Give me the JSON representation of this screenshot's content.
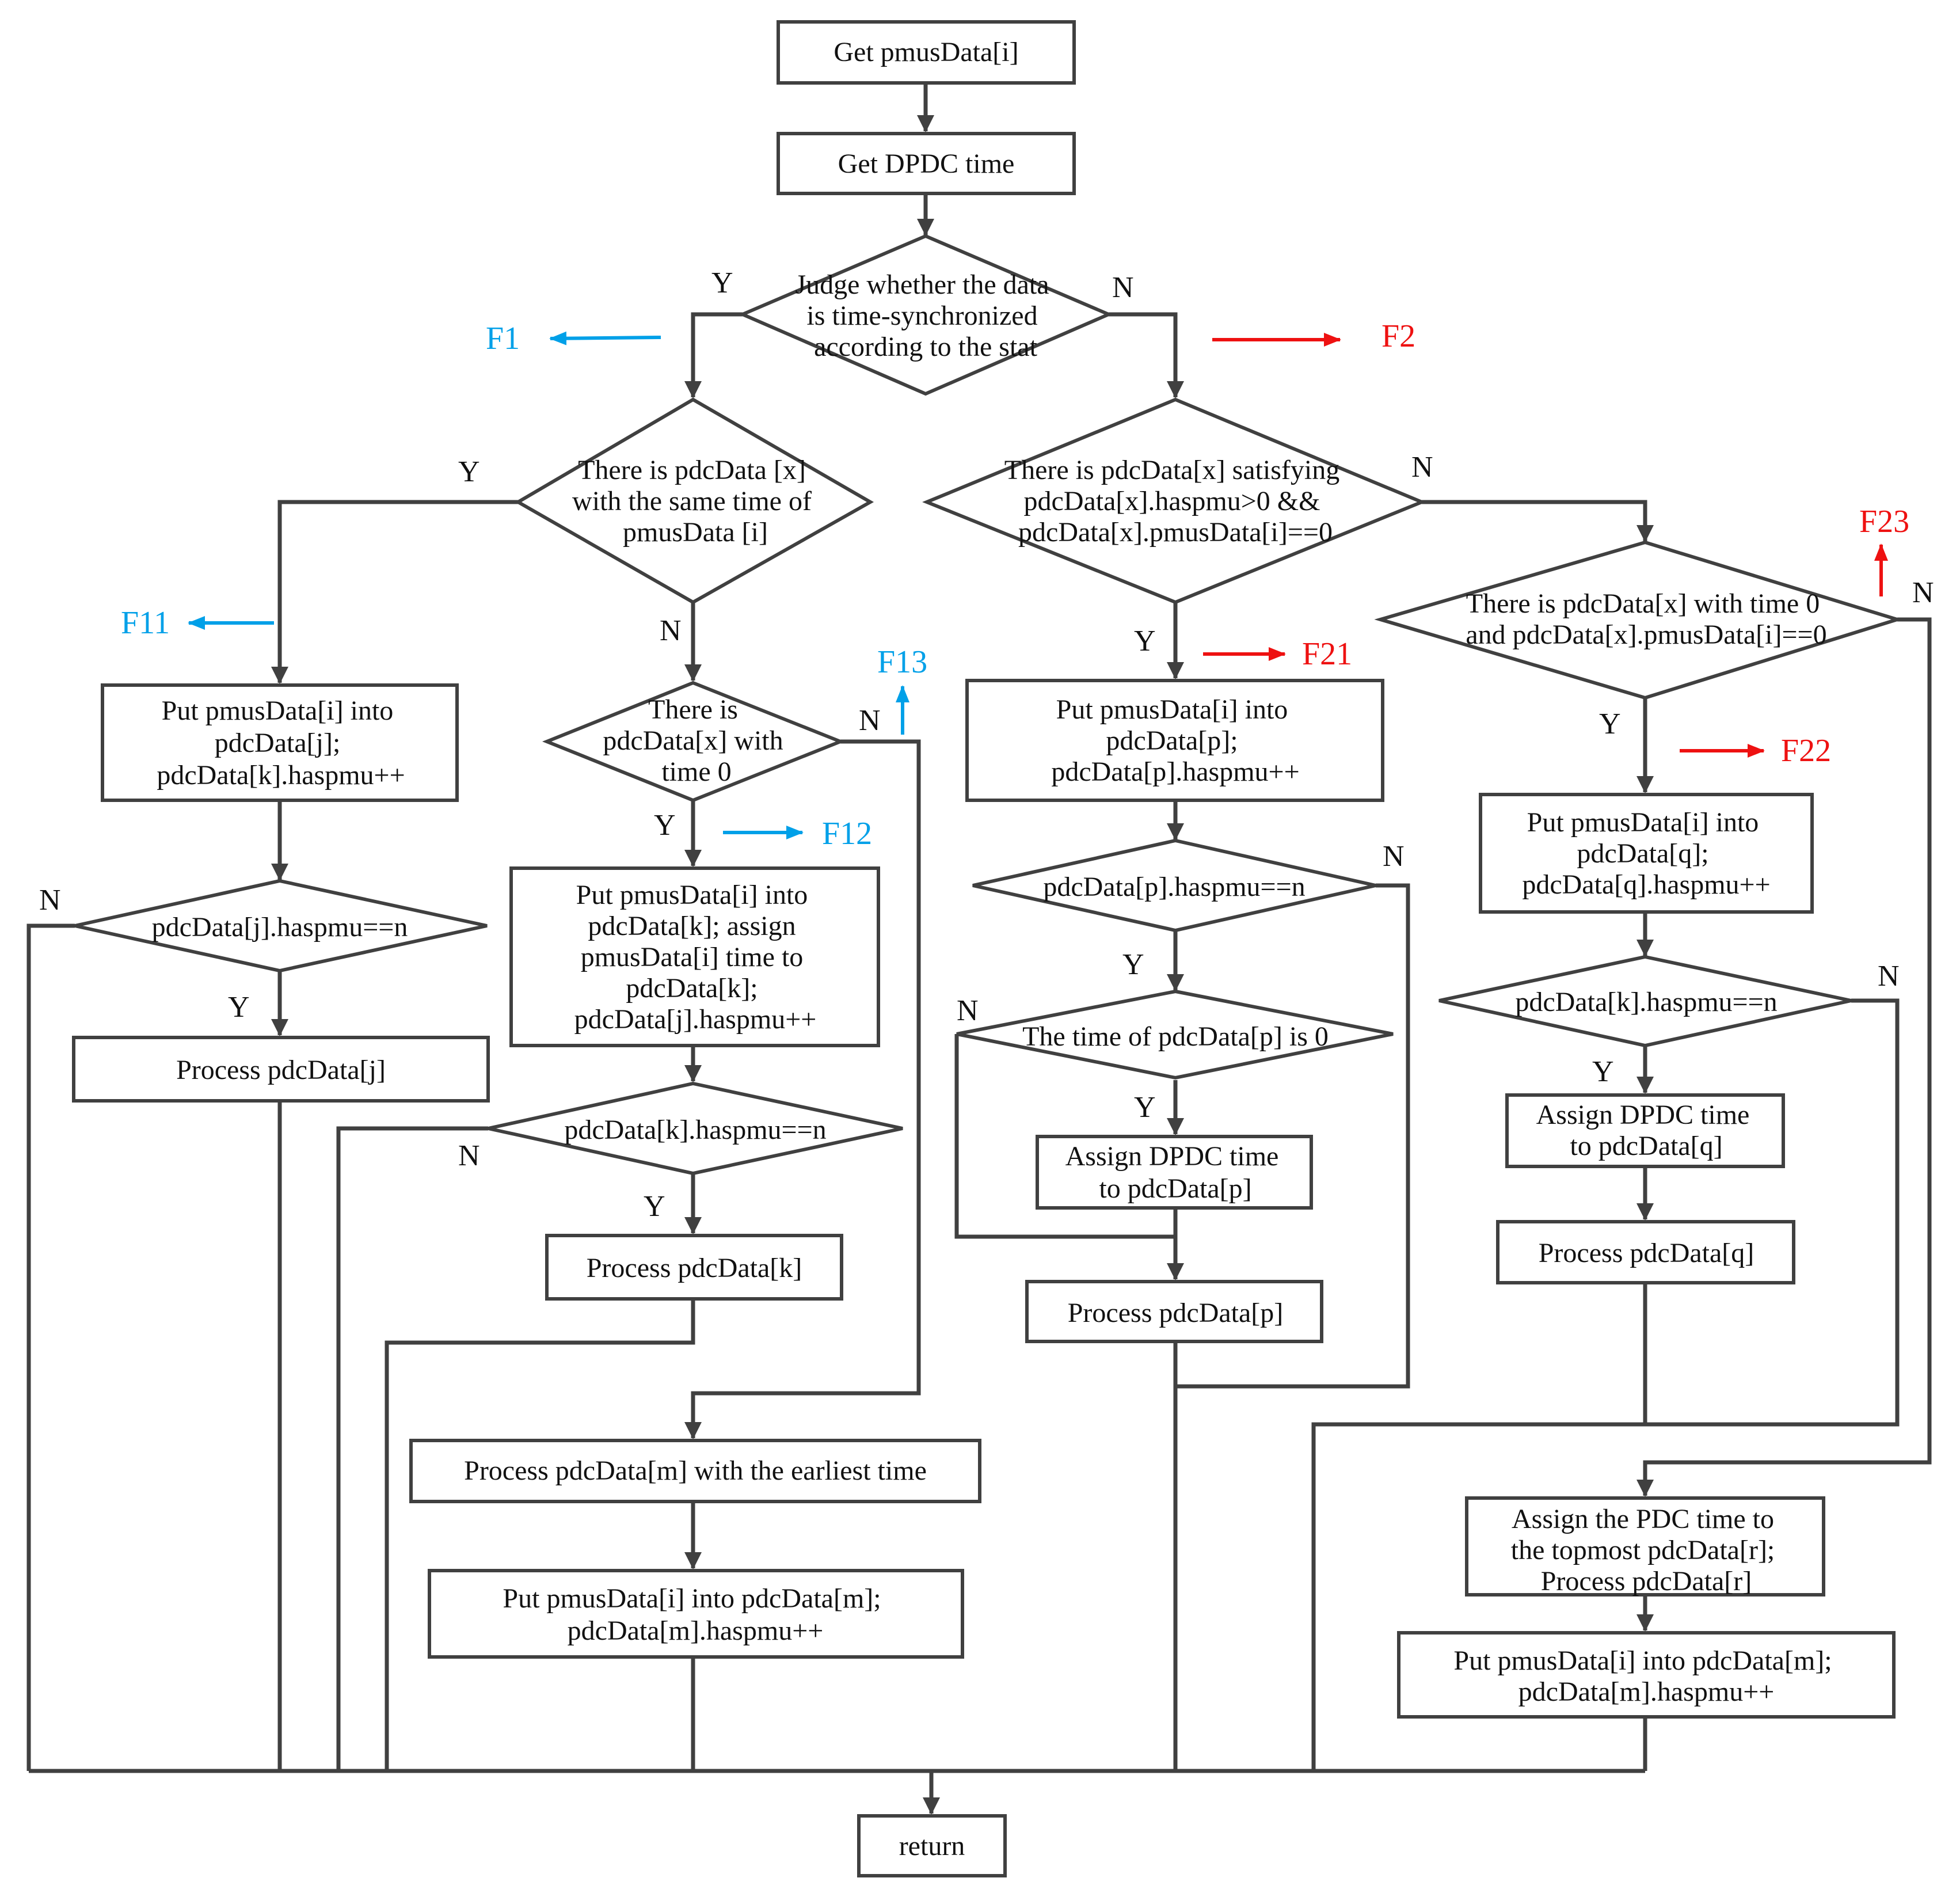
{
  "nodes": {
    "get_pmus": {
      "lines": [
        "Get pmusData[i]"
      ]
    },
    "get_dpdc": {
      "lines": [
        "Get DPDC time"
      ]
    },
    "judge_sync": {
      "lines": [
        "Judge whether the data",
        "is time-synchronized",
        "according to the stat"
      ]
    },
    "same_time": {
      "lines": [
        "There is pdcData [x]",
        "with the same time of",
        "pmusData [i]"
      ]
    },
    "put_j": {
      "lines": [
        "Put pmusData[i] into",
        "pdcData[j];",
        "pdcData[k].haspmu++"
      ]
    },
    "check_j": {
      "lines": [
        "pdcData[j].haspmu==n"
      ]
    },
    "process_j": {
      "lines": [
        "Process pdcData[j]"
      ]
    },
    "time0_left": {
      "lines": [
        "There is",
        "pdcData[x] with",
        "time 0"
      ]
    },
    "put_k": {
      "lines": [
        "Put pmusData[i] into",
        "pdcData[k]; assign",
        "pmusData[i] time to",
        "pdcData[k];",
        "pdcData[j].haspmu++"
      ]
    },
    "check_k": {
      "lines": [
        "pdcData[k].haspmu==n"
      ]
    },
    "process_k": {
      "lines": [
        "Process pdcData[k]"
      ]
    },
    "process_m": {
      "lines": [
        "Process pdcData[m] with the earliest time"
      ]
    },
    "put_m_left": {
      "lines": [
        "Put pmusData[i] into pdcData[m];",
        "pdcData[m].haspmu++"
      ]
    },
    "satisfy": {
      "lines": [
        "There is pdcData[x] satisfying",
        "pdcData[x].haspmu>0 &&",
        "pdcData[x].pmusData[i]==0"
      ]
    },
    "put_p": {
      "lines": [
        "Put pmusData[i] into",
        "pdcData[p];",
        "pdcData[p].haspmu++"
      ]
    },
    "check_p": {
      "lines": [
        "pdcData[p].haspmu==n"
      ]
    },
    "time_p0": {
      "lines": [
        "The time of pdcData[p] is 0"
      ]
    },
    "assign_p": {
      "lines": [
        "Assign DPDC time",
        "to pdcData[p]"
      ]
    },
    "process_p": {
      "lines": [
        "Process pdcData[p]"
      ]
    },
    "time0_right": {
      "lines": [
        "There is pdcData[x] with time 0",
        "and pdcData[x].pmusData[i]==0"
      ]
    },
    "put_q": {
      "lines": [
        "Put pmusData[i] into",
        "pdcData[q];",
        "pdcData[q].haspmu++"
      ]
    },
    "check_k_right": {
      "lines": [
        "pdcData[k].haspmu==n"
      ]
    },
    "assign_q": {
      "lines": [
        "Assign DPDC time",
        "to pdcData[q]"
      ]
    },
    "process_q": {
      "lines": [
        "Process pdcData[q]"
      ]
    },
    "assign_r": {
      "lines": [
        "Assign the PDC time to",
        "the topmost pdcData[r];",
        "Process pdcData[r]"
      ]
    },
    "put_m_right": {
      "lines": [
        "Put pmusData[i] into pdcData[m];",
        "pdcData[m].haspmu++"
      ]
    },
    "return": {
      "lines": [
        "return"
      ]
    }
  },
  "branch_labels": {
    "yes": "Y",
    "no": "N"
  },
  "flags": {
    "F1": "F1",
    "F2": "F2",
    "F11": "F11",
    "F12": "F12",
    "F13": "F13",
    "F21": "F21",
    "F22": "F22",
    "F23": "F23"
  },
  "colors": {
    "outline": "#404040",
    "blue_flag": "#00a0e8",
    "red_flag": "#ee1111"
  }
}
